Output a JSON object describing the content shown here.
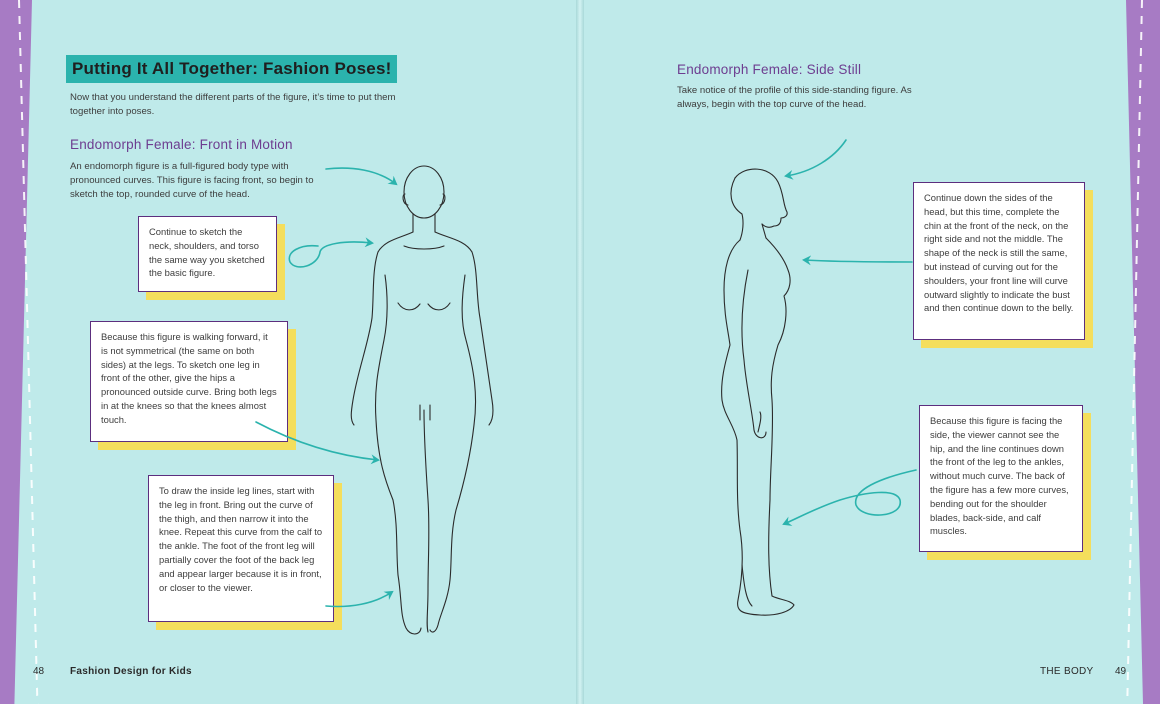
{
  "left_page": {
    "title": "Putting It All Together: Fashion Poses!",
    "intro": "Now that you understand the different parts of the figure, it’s time to put them together into poses.",
    "subhead": "Endomorph Female: Front in Motion",
    "body": "An endomorph figure is a full-figured body type with pronounced curves. This figure is facing front, so begin to sketch the top, rounded curve of the head.",
    "notes": [
      "Continue to sketch the neck, shoulders, and torso the same way you sketched the basic figure.",
      "Because this figure is walking forward, it is not symmetrical (the same on both sides) at the legs. To sketch one leg in front of the other, give the hips a pronounced outside curve. Bring both legs in at the knees so that the knees almost touch.",
      "To draw the inside leg lines, start with the leg in front. Bring out the curve of the thigh, and then narrow it into the knee. Repeat this curve from the calf to the ankle. The foot of the front leg will partially cover the foot of the back leg and appear larger because it is in front, or closer to the viewer."
    ],
    "page_number": "48",
    "book_title": "Fashion Design for Kids"
  },
  "right_page": {
    "subhead": "Endomorph Female: Side Still",
    "body": "Take notice of the profile of this side-standing figure. As always, begin with the top curve of the head.",
    "notes": [
      "Continue down the sides of the head, but this time, complete the chin at the front of the neck, on the right side and not the middle. The shape of the neck is still the same, but instead of curving out for the shoulders, your front line will curve outward slightly to indicate the bust and then continue down to the belly.",
      "Because this figure is facing the side, the viewer cannot see the hip, and the line continues down the front of the leg to the ankles, without much curve. The back of the figure has a few more curves, bending out for the shoulder blades, back-side, and calf muscles."
    ],
    "section": "THE BODY",
    "page_number": "49"
  },
  "colors": {
    "background": "#bfeaea",
    "edge": "#a77bc4",
    "title_highlight": "#2bb3ad",
    "subhead": "#6d3d90",
    "note_border": "#5c2e7e",
    "note_shadow": "#f4de5c",
    "arrow": "#2bb3ad"
  }
}
